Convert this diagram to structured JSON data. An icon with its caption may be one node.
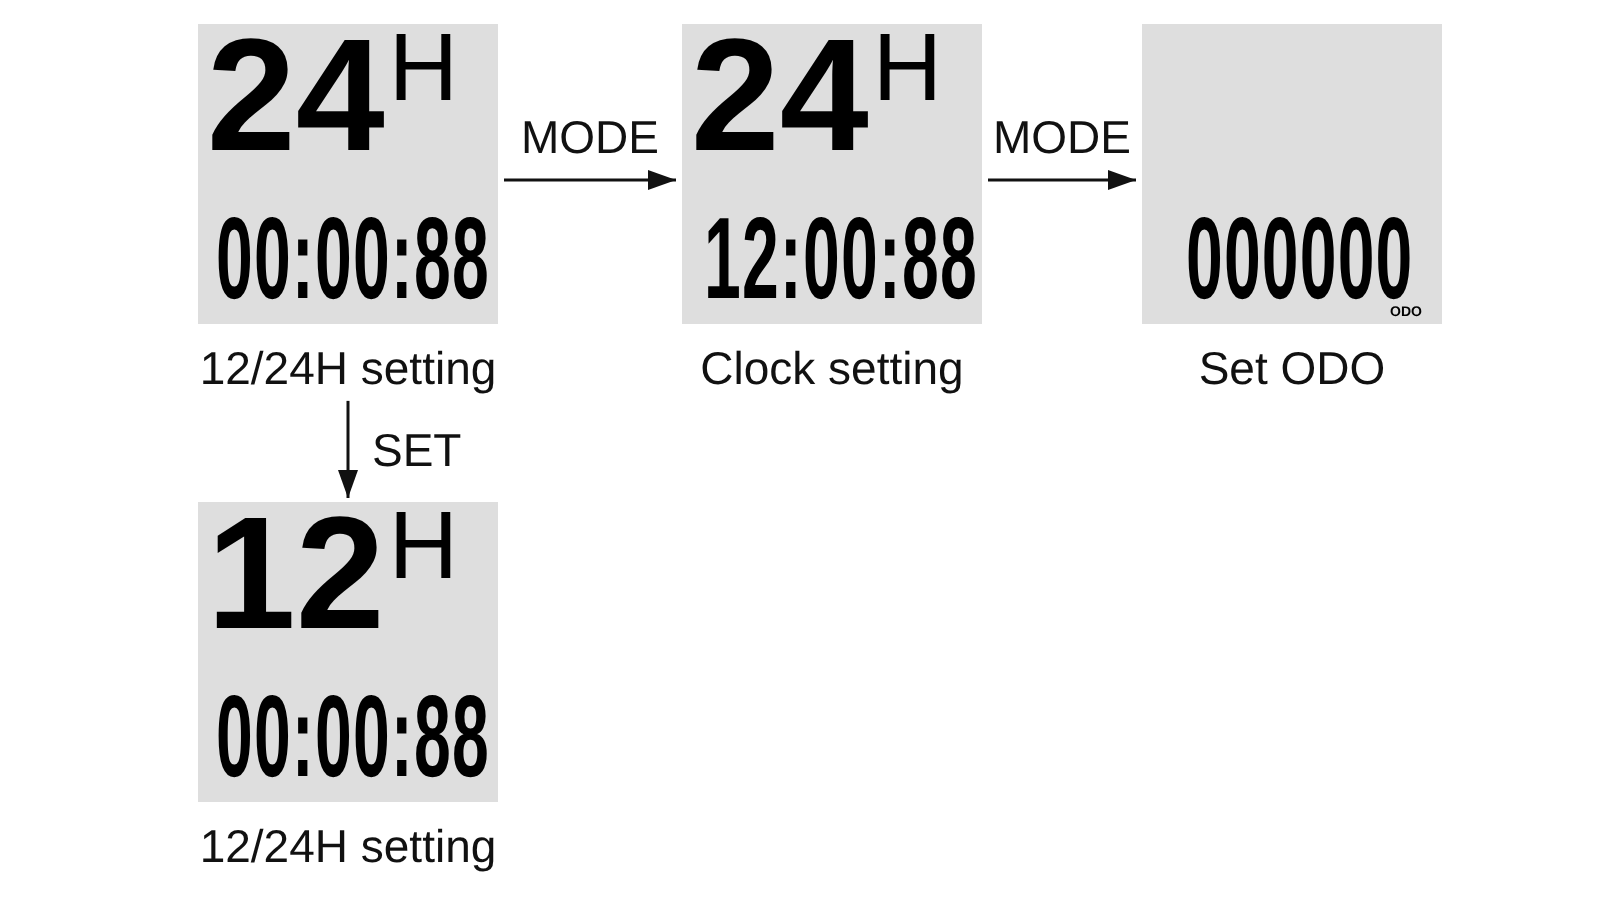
{
  "diagram": {
    "nodes": [
      {
        "text": [
          "24$^{H}$",
          "00:00:88"
        ],
        "beside": [
          "12/24H setting"
        ]
      },
      {
        "text": [
          "24$^{H}$",
          "12:00:88"
        ],
        "beside": [
          "Clock setting"
        ]
      },
      {
        "text": [
          "000000",
          "ODO"
        ],
        "beside": [
          "Set ODO"
        ]
      },
      {
        "text": [
          "12$^{H}$",
          "00:00:88"
        ],
        "beside": [
          "12/24H setting"
        ]
      }
    ],
    "edges": [
      {
        "from": 0,
        "to": 1,
        "arrow": "to",
        "label": "MODE"
      },
      {
        "from": 1,
        "to": 2,
        "arrow": "to",
        "label": "MODE"
      },
      {
        "from": 0,
        "to": 3,
        "arrow": "to",
        "label": "SET"
      }
    ]
  }
}
